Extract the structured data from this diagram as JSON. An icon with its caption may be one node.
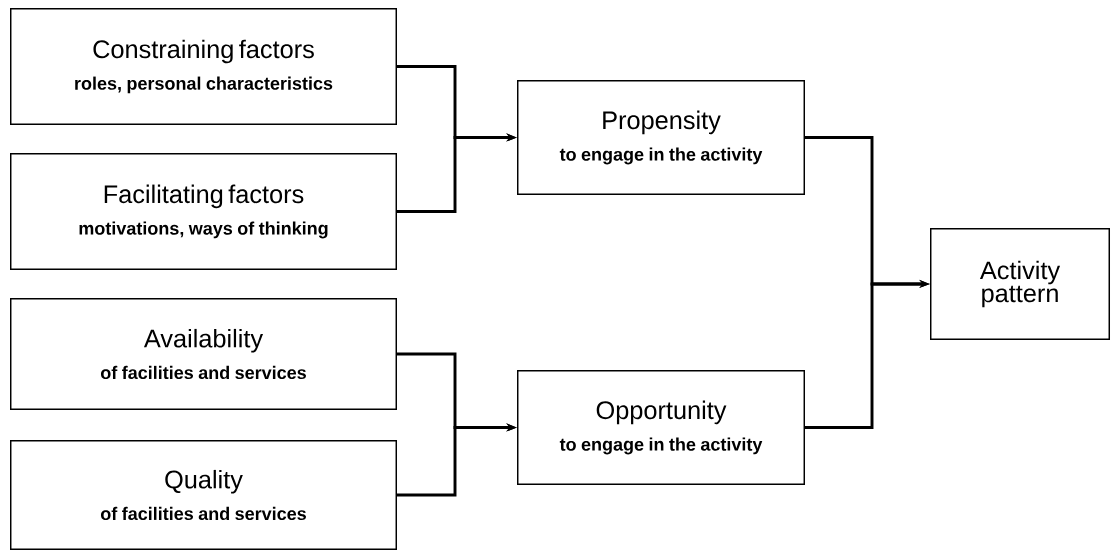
{
  "diagram": {
    "nodes": [
      {
        "text": [
          "Constraining factors",
          "roles, personal characteristics"
        ]
      },
      {
        "text": [
          "Facilitating factors",
          "motivations, ways of thinking"
        ]
      },
      {
        "text": [
          "Availability",
          "of facilities and services"
        ]
      },
      {
        "text": [
          "Quality",
          "of facilities and services"
        ]
      },
      {
        "text": [
          "Propensity",
          "to engage in the activity"
        ]
      },
      {
        "text": [
          "Opportunity",
          "to engage in the activity"
        ]
      },
      {
        "text": [
          "Activity pattern"
        ]
      }
    ],
    "edges": [
      {
        "from": 0,
        "to": 4,
        "arrow": "to"
      },
      {
        "from": 1,
        "to": 4,
        "arrow": "to"
      },
      {
        "from": 2,
        "to": 5,
        "arrow": "to"
      },
      {
        "from": 3,
        "to": 5,
        "arrow": "to"
      },
      {
        "from": 4,
        "to": 6,
        "arrow": "to"
      },
      {
        "from": 5,
        "to": 6,
        "arrow": "to"
      }
    ]
  }
}
